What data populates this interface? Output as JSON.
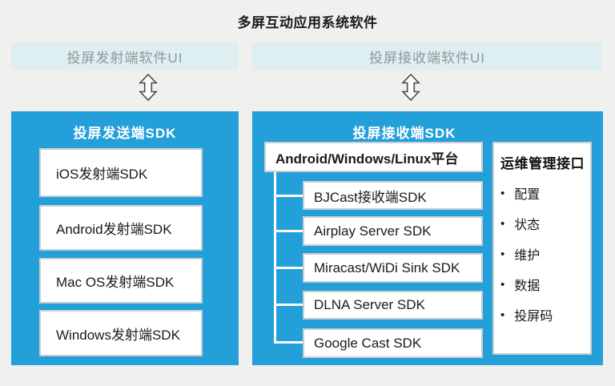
{
  "title": "多屏互动应用系统软件",
  "colors": {
    "accent_blue": "#239fda",
    "banner_teal": "#deeff1",
    "banner_text": "#8c989a",
    "background": "#f0f0ee",
    "box_border": "#c9ced1"
  },
  "bullet_char": "•",
  "sender": {
    "banner": "投屏发射端软件UI",
    "sdk_title": "投屏发送端SDK",
    "items": [
      "iOS发射端SDK",
      "Android发射端SDK",
      "Mac OS发射端SDK",
      "Windows发射端SDK"
    ]
  },
  "receiver": {
    "banner": "投屏接收端软件UI",
    "sdk_title": "投屏接收端SDK",
    "platform": "Android/Windows/Linux平台",
    "sub_sdks": [
      "BJCast接收端SDK",
      "Airplay Server SDK",
      "Miracast/WiDi Sink SDK",
      "DLNA Server SDK",
      "Google Cast SDK"
    ],
    "ops_panel": {
      "title": "运维管理接口",
      "items": [
        "配置",
        "状态",
        "维护",
        "数据",
        "投屏码"
      ]
    }
  }
}
